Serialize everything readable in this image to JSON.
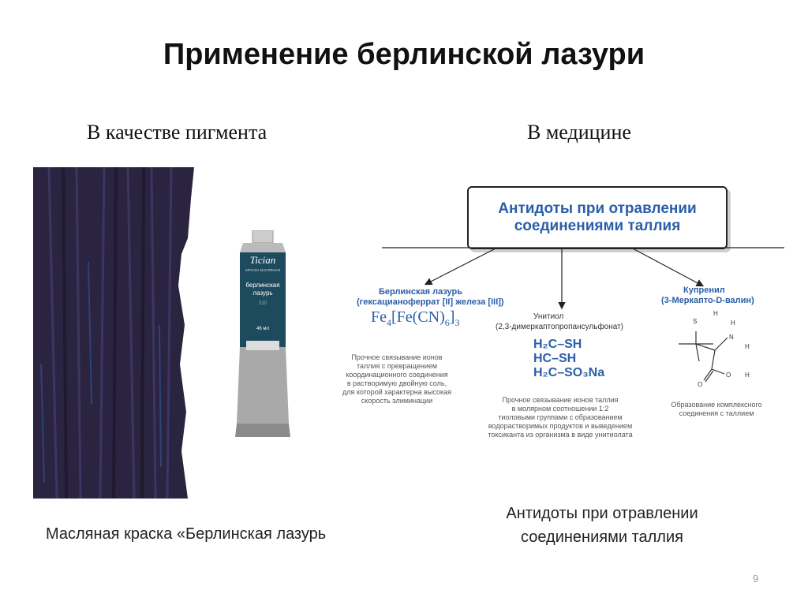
{
  "slide": {
    "title": "Применение берлинской лазури",
    "left_heading": "В качестве пигмента",
    "right_heading": "В медицине",
    "left_caption": "Масляная краска «Берлинская лазурь",
    "right_caption_line1": "Антидоты при отравлении",
    "right_caption_line2": "соединениями таллия",
    "page_number": "9"
  },
  "paint_tube": {
    "brand": "Tician",
    "type_line": "КРАСКА МАСЛЯНАЯ",
    "name_line1": "берлинская",
    "name_line2": "лазурь",
    "code": "310",
    "volume": "46 мл"
  },
  "diagram": {
    "box_line1": "Антидоты при отравлении",
    "box_line2": "соединениями таллия",
    "berlin": {
      "name": "Берлинская лазурь",
      "subname": "(гексацианоферрат [II] железа [III])",
      "formula_main": "Fe",
      "formula_sub1": "4",
      "formula_mid": "[Fe(CN)",
      "formula_sub2": "6",
      "formula_end": "]",
      "formula_sub3": "3",
      "desc": [
        "Прочное связывание ионов",
        "таллия с превращением",
        "координационного соединения",
        "в растворимую двойную соль,",
        "для которой характерна высокая",
        "скорость элиминации"
      ]
    },
    "unithiol": {
      "name": "Унитиол",
      "subname": "(2,3-димеркаптопропансульфонат)",
      "line1": "H₂C–SH",
      "line2": "HC–SH",
      "line3": "H₂C–SO₃Na",
      "desc": [
        "Прочное связывание ионов таллия",
        "в молярном соотношении 1:2",
        "тиоловыми группами с образованием",
        "водорастворимых продуктов и выведением",
        "токсиканта из организма в виде унитиолата"
      ]
    },
    "cuprenil": {
      "name": "Купренил",
      "subname": "(3-Меркапто-D-валин)",
      "atoms": [
        "S",
        "H",
        "H",
        "N",
        "H",
        "O",
        "O",
        "H"
      ],
      "desc": [
        "Образование комплексного",
        "соединения с таллием"
      ]
    }
  },
  "colors": {
    "accent": "#2a5ea8",
    "paint": "#2b2440"
  }
}
